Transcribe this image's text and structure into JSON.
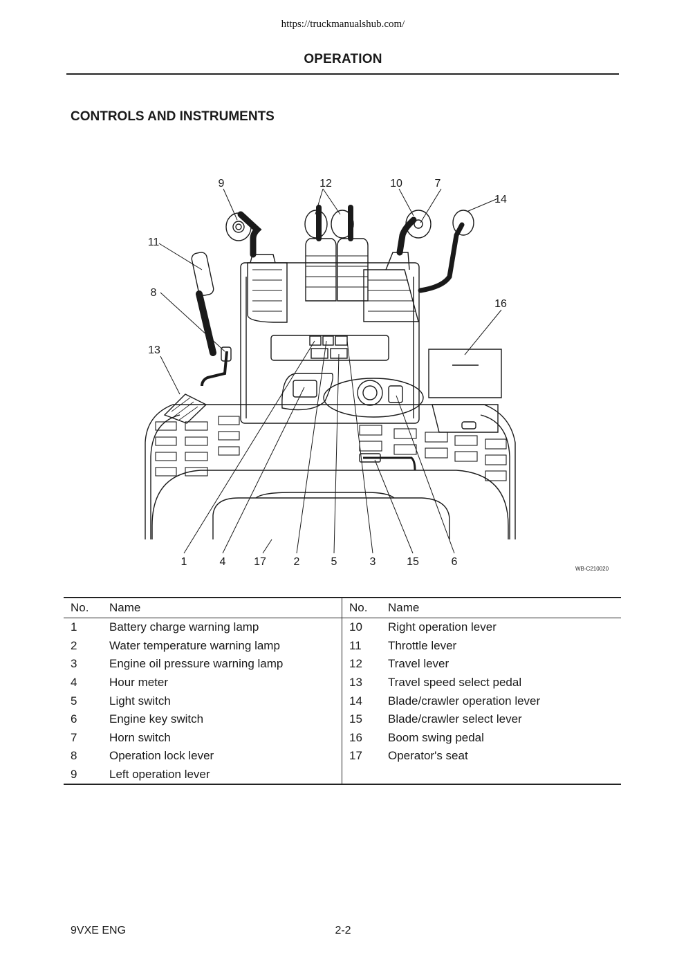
{
  "header": {
    "url": "https://truckmanualshub.com/",
    "section": "OPERATION"
  },
  "page": {
    "heading": "CONTROLS AND INSTRUMENTS",
    "figure_code": "WB-C210020"
  },
  "diagram": {
    "callouts_top": [
      "9",
      "12",
      "10",
      "7",
      "14"
    ],
    "callouts_side": [
      "11",
      "8",
      "16",
      "13"
    ],
    "callouts_bottom": [
      "1",
      "4",
      "17",
      "2",
      "5",
      "3",
      "15",
      "6"
    ]
  },
  "table": {
    "headers": {
      "no": "No.",
      "name": "Name"
    },
    "left": [
      {
        "no": "1",
        "name": "Battery charge warning lamp"
      },
      {
        "no": "2",
        "name": "Water temperature warning lamp"
      },
      {
        "no": "3",
        "name": "Engine oil pressure warning lamp"
      },
      {
        "no": "4",
        "name": "Hour meter"
      },
      {
        "no": "5",
        "name": "Light switch"
      },
      {
        "no": "6",
        "name": "Engine key switch"
      },
      {
        "no": "7",
        "name": "Horn switch"
      },
      {
        "no": "8",
        "name": "Operation lock lever"
      },
      {
        "no": "9",
        "name": "Left operation lever"
      }
    ],
    "right": [
      {
        "no": "10",
        "name": "Right operation lever"
      },
      {
        "no": "11",
        "name": "Throttle lever"
      },
      {
        "no": "12",
        "name": "Travel lever"
      },
      {
        "no": "13",
        "name": "Travel speed select pedal"
      },
      {
        "no": "14",
        "name": "Blade/crawler operation lever"
      },
      {
        "no": "15",
        "name": "Blade/crawler select lever"
      },
      {
        "no": "16",
        "name": "Boom swing pedal"
      },
      {
        "no": "17",
        "name": "Operator's seat"
      }
    ]
  },
  "footer": {
    "model": "9VXE ENG",
    "page_number": "2-2"
  }
}
